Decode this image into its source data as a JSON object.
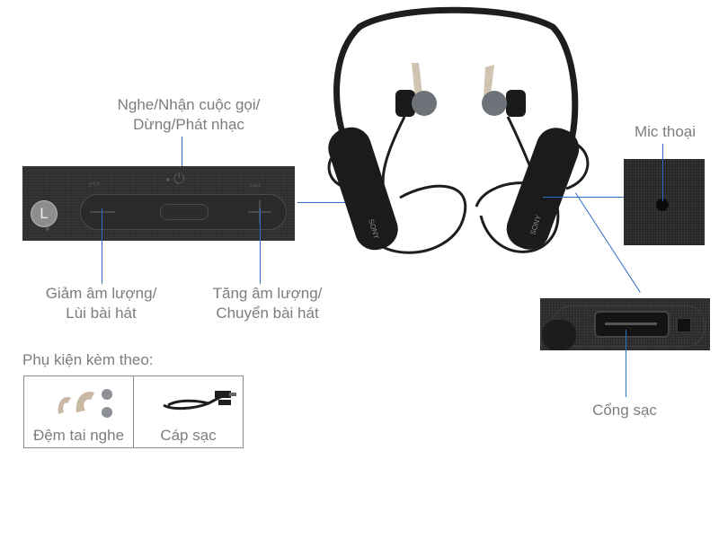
{
  "labels": {
    "call_play": [
      "Nghe/Nhận cuộc gọi/",
      "Dừng/Phát nhạc"
    ],
    "vol_down": [
      "Giảm âm lượng/",
      "Lùi bài hát"
    ],
    "vol_up": [
      "Tăng âm lượng/",
      "Chuyển bài hát"
    ],
    "mic": "Mic thoại",
    "charge_port": "Cổng sạc"
  },
  "control_panel": {
    "side_badge": "L",
    "prev_icon": "⏮",
    "next_icon": "⏭",
    "power_icon": "⏻"
  },
  "brand_text": "SONY",
  "accessories": {
    "heading": "Phụ kiện kèm theo:",
    "items": [
      {
        "label": "Đệm tai nghe",
        "icon": "ear-tips-icon"
      },
      {
        "label": "Cáp sạc",
        "icon": "usb-cable-icon"
      }
    ]
  },
  "colors": {
    "callout_line": "#2a6fc9",
    "text": "#7d7d7d",
    "device": "#1e1e1e"
  }
}
